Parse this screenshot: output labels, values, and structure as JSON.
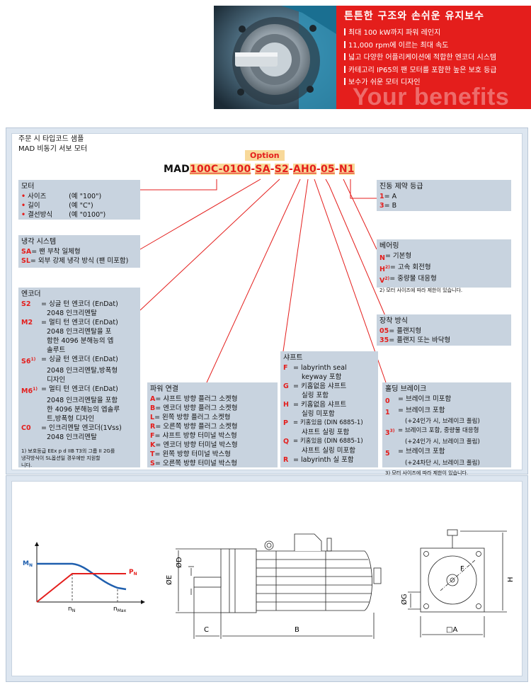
{
  "banner": {
    "title": "튼튼한 구조와 손쉬운 유지보수",
    "items": [
      "최대 100 kW까지 파워 레인지",
      "11,000 rpm에 이르는 최대 속도",
      "넓고 다양한 어플리케이션에 적합한 엔코더 시스템",
      "카테고리 IP65의 팬 모터를 포함한 높은 보호 등급",
      "보수가 쉬운 모터 디자인"
    ],
    "watermark": "Your benefits"
  },
  "section": {
    "title_line1": "주문 시 타입코드 샘플",
    "title_line2": "MAD 비동기 서보 모터"
  },
  "option_label": "Option",
  "type_code": {
    "base": "MAD",
    "seg1": "100C-0100",
    "seg2": "SA",
    "seg3": "S2",
    "seg4": "AH0",
    "seg5": "05",
    "seg6": "N1",
    "dash": "-"
  },
  "motor_box": {
    "head": "모터",
    "items": [
      {
        "k": "•",
        "label": "사이즈",
        "ex": "(예 \"100\")"
      },
      {
        "k": "•",
        "label": "길이",
        "ex": "(예 \"C\")"
      },
      {
        "k": "•",
        "label": "결선방식",
        "ex": "(예 \"0100\")"
      }
    ]
  },
  "cooling_box": {
    "head": "냉각 시스템",
    "items": [
      {
        "k": "SA",
        "v": " = 팬 부착 일체형"
      },
      {
        "k": "SL",
        "v": " = 외부 강제 냉각 방식 (팬 미포함)"
      }
    ]
  },
  "encoder_box": {
    "head": "엔코더",
    "items": [
      {
        "k": "S2",
        "lines": [
          "= 싱글 턴 엔코더 (EnDat)",
          "2048 인크리멘탈"
        ]
      },
      {
        "k": "M2",
        "lines": [
          "= 멀티 턴 엔코더 (EnDat)",
          "2048 인크리멘탈을 포",
          "함한 4096 분해능의 엡",
          "솔루트"
        ]
      },
      {
        "k": "S6",
        "sup": "1)",
        "lines": [
          "= 싱글 턴 엔코더 (EnDat)",
          "2048 인크리멘탈,방폭형",
          "디자인"
        ]
      },
      {
        "k": "M6",
        "sup": "1)",
        "lines": [
          "= 멀티 턴 엔코더 (EnDat)",
          "2048 인크리멘탈을 포함",
          "한 4096 분해능의 엡솔루",
          "트,방폭형 디자인"
        ]
      },
      {
        "k": "C0",
        "lines": [
          "= 인크리멘탈 엔코더(1Vss)",
          "2048 인크리멘탈"
        ]
      }
    ],
    "note_line1": "1) 보호등급 EEx p d IIB T3의 그룹 II 2G를",
    "note_line2": "냉각방식이 SL옵션일 경우에만 지원할",
    "note_line3": "니다."
  },
  "power_box": {
    "head": "파워 연결",
    "items": [
      {
        "k": "A",
        "v": " = 샤프트 방향 플러그 소켓형"
      },
      {
        "k": "B",
        "v": " = 엔코더 방향 플러그 소켓형"
      },
      {
        "k": "L",
        "v": " = 왼쪽 방향 플러그 소켓형"
      },
      {
        "k": "R",
        "v": " = 오른쪽 방향 플러그 소켓형"
      },
      {
        "k": "F",
        "v": " = 샤프트 방향 터미널 박스형"
      },
      {
        "k": "K",
        "v": " = 엔코더 방향 터미널 박스형"
      },
      {
        "k": "T",
        "v": " = 왼쪽 방향 터미널 박스형"
      },
      {
        "k": "S",
        "v": " = 오른쪽 방향 터미널 박스형"
      }
    ]
  },
  "shaft_box": {
    "head": "샤프트",
    "items": [
      {
        "k": "F",
        "lines": [
          "= labyrinth seal",
          "keyway 포함"
        ]
      },
      {
        "k": "G",
        "lines": [
          "= 키홈없음 샤프트",
          "실링 포함"
        ]
      },
      {
        "k": "H",
        "lines": [
          "= 키홈없음 샤프트",
          "실링 미포함"
        ]
      },
      {
        "k": "P",
        "lines": [
          "= 키홈있음 (DIN 6885-1)",
          "샤프트 실링 포함"
        ]
      },
      {
        "k": "Q",
        "lines": [
          "= 키홈있음 (DIN 6885-1)",
          "샤프트 실링 미포함"
        ]
      },
      {
        "k": "R",
        "lines": [
          "= labyrinth 실 포함"
        ]
      }
    ]
  },
  "vibration_box": {
    "head": "진동 제약 등급",
    "items": [
      {
        "k": "1",
        "v": "  =  A"
      },
      {
        "k": "3",
        "v": "  =  B"
      }
    ]
  },
  "bearing_box": {
    "head": "베어링",
    "items": [
      {
        "k": "N",
        "sup": "",
        "v": "  =  기본형"
      },
      {
        "k": "H",
        "sup": "2)",
        "v": " =  고속 회전형"
      },
      {
        "k": "V",
        "sup": "2)",
        "v": " =  중량물 대응형"
      }
    ],
    "note": "2) 모터 사이즈에 따라 제한이 있습니다."
  },
  "mount_box": {
    "head": "장착 방식",
    "items": [
      {
        "k": "05",
        "v": "  =  플랜지형"
      },
      {
        "k": "35",
        "v": "  =  플랜지 또는 바닥형"
      }
    ]
  },
  "brake_box": {
    "head": "홀딩 브레이크",
    "items": [
      {
        "k": "0",
        "sup": "",
        "lines": [
          "=  브레이크 미포함"
        ]
      },
      {
        "k": "1",
        "sup": "",
        "lines": [
          "=  브레이크 포함",
          "(+24인가 시, 브레이크 풀림)"
        ]
      },
      {
        "k": "3",
        "sup": "3)",
        "lines": [
          "=  브레이크 포함, 중량물 대응형",
          "(+24인가 시, 브레이크 풀림)"
        ]
      },
      {
        "k": "5",
        "sup": "",
        "lines": [
          "=  브레이크 포함",
          "(+24차단 시, 브레이크 풀림)"
        ]
      }
    ],
    "note": "3) 모터 사이즈에 따라 제한이 있습니다."
  },
  "graph": {
    "y_label": "M",
    "y_sub": "N",
    "p_label": "P",
    "p_sub": "N",
    "x1": "n",
    "x1_sub": "N",
    "x2": "n",
    "x2_sub": "Max",
    "colors": {
      "torque": "#1f5fae",
      "power": "#e41e1c"
    }
  },
  "dimensions": {
    "labels": [
      "ØD",
      "ØE",
      "C",
      "B",
      "F",
      "ØG",
      "H",
      "□A"
    ]
  }
}
